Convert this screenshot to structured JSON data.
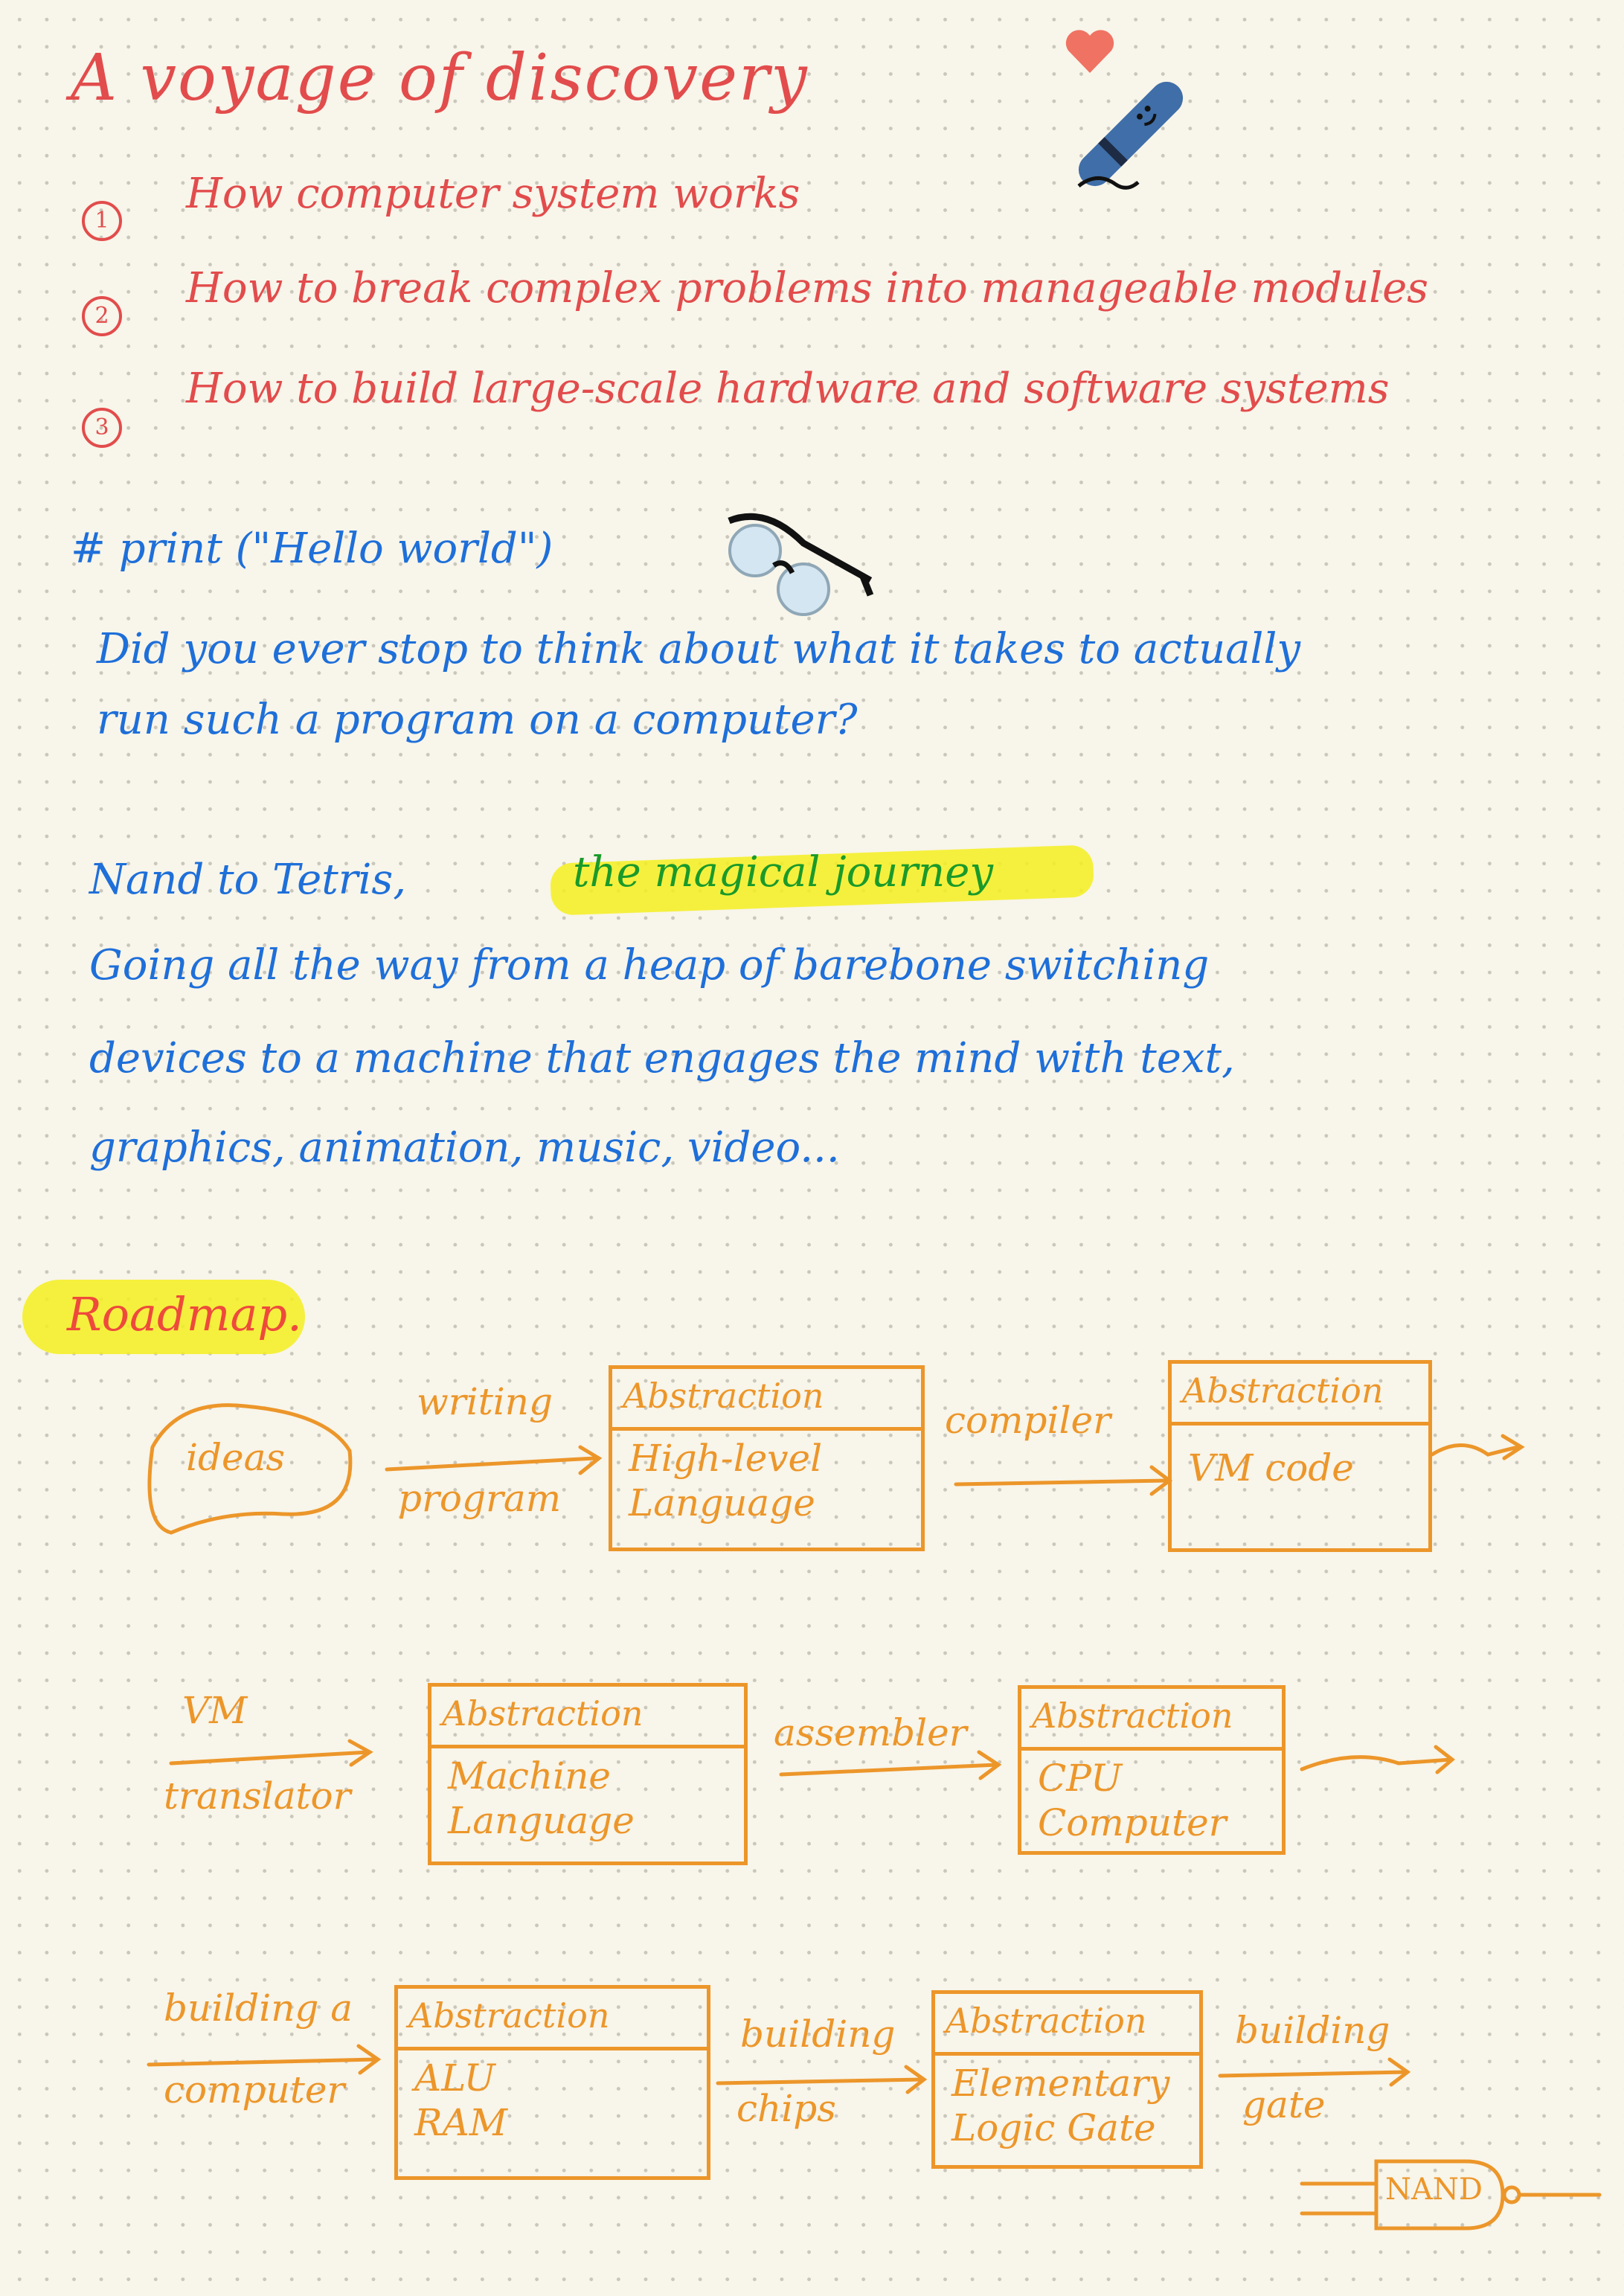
{
  "title": "A voyage of discovery",
  "goals": [
    {
      "num": "1",
      "text": "How computer system works"
    },
    {
      "num": "2",
      "text": "How to break complex problems into manageable modules"
    },
    {
      "num": "3",
      "text": "How to build large-scale hardware and software systems"
    }
  ],
  "code_line": "# print (\"Hello world\")",
  "question": {
    "line1": "Did you ever stop to think about what it takes to actually",
    "line2": "run such a program on a computer?"
  },
  "intro": {
    "prefix": "Nand to Tetris,",
    "highlight": "the magical journey",
    "line2": "Going all the way from a heap of barebone switching",
    "line3": "devices to a machine that engages the mind with text,",
    "line4": "graphics, animation, music, video..."
  },
  "roadmap": {
    "label": "Roadmap.",
    "ideas": "ideas",
    "writing_top": "writing",
    "writing_bottom": "program",
    "box_hll": {
      "head": "Abstraction",
      "body": "High-level\nLanguage"
    },
    "compiler": "compiler",
    "box_vm": {
      "head": "Abstraction",
      "body": "VM code"
    },
    "vm_translator_top": "VM",
    "vm_translator_bottom": "translator",
    "box_ml": {
      "head": "Abstraction",
      "body": "Machine\n     Language"
    },
    "assembler": "assembler",
    "box_cpu": {
      "head": "Abstraction",
      "body": "CPU\nComputer"
    },
    "building_computer_top": "building a",
    "building_computer_bottom": "computer",
    "box_alu": {
      "head": "Abstraction",
      "body": "ALU\nRAM"
    },
    "building_chips_top": "building",
    "building_chips_bottom": "chips",
    "box_logic": {
      "head": "Abstraction",
      "body": "Elementary\nLogic Gate"
    },
    "building_gate_top": "building",
    "building_gate_bottom": "gate",
    "nand": "NAND"
  },
  "colors": {
    "title": "#e24c4c",
    "body": "#1e6fd9",
    "roadmap": "#ec962a",
    "highlight": "#f4ee1f"
  },
  "icons": [
    "heart-icon",
    "pen-icon",
    "glasses-icon",
    "nand-gate-icon"
  ]
}
